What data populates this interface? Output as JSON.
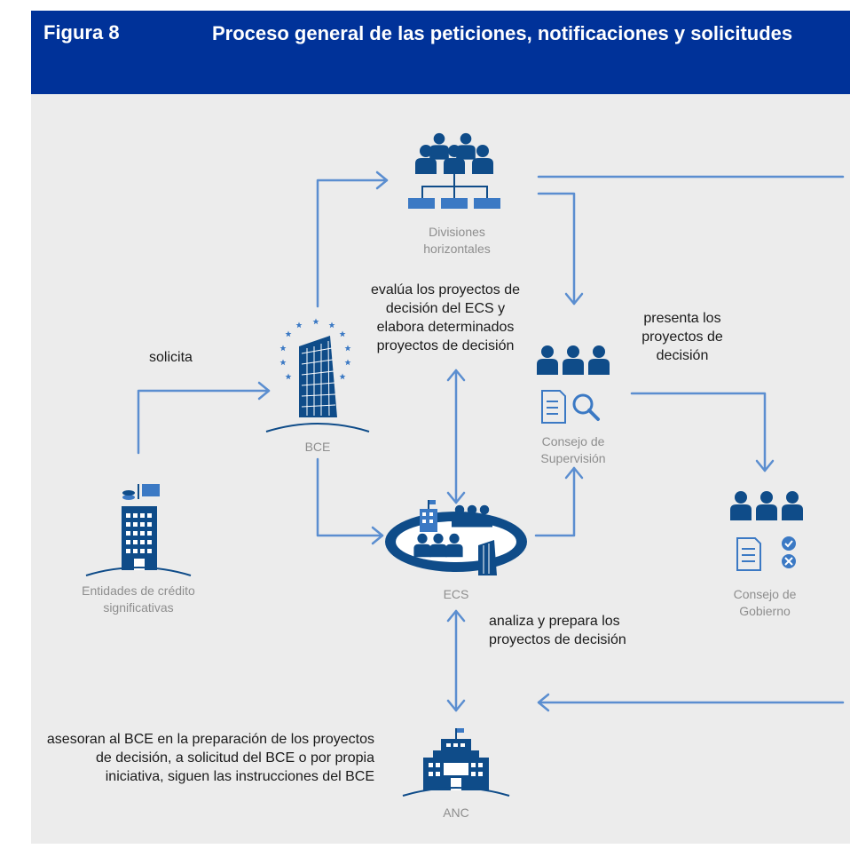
{
  "header": {
    "figure_label": "Figura 8",
    "title": "Proceso general de las peticiones, notificaciones y solicitudes"
  },
  "nodes": {
    "divisiones": "Divisiones horizontales",
    "bce": "BCE",
    "entidades": "Entidades de crédito significativas",
    "ecs": "ECS",
    "consejo_supervision": "Consejo de Supervisión",
    "consejo_gobierno": "Consejo de Gobierno",
    "anc": "ANC"
  },
  "annotations": {
    "solicita": "solicita",
    "evalua": "evalúa los proyectos de decisión del ECS y elabora determinados proyectos de decisión",
    "presenta": "presenta los proyectos de decisión",
    "analiza": "analiza y prepara los proyectos de decisión",
    "asesoran": "asesoran al BCE en la preparación de los proyectos de decisión, a solicitud del BCE o por propia iniciativa, siguen las instrucciones del BCE"
  },
  "colors": {
    "header": "#003299",
    "icon": "#0f4c89",
    "arrow": "#5b8ed0",
    "panel": "#ececec",
    "label": "#8e8e8e"
  }
}
